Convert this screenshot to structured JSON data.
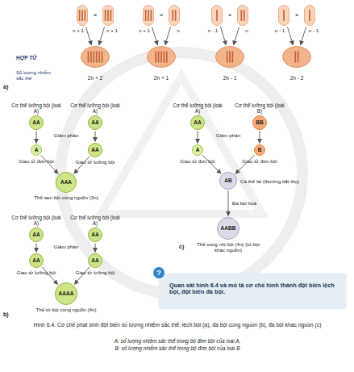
{
  "diagram": {
    "caption": "Hình 6.4. Cơ chế phát sinh đột biến số lượng nhiễm sắc thể: lệch bội (a), đa bội cùng nguồn (b), đa bội khác nguồn (c)",
    "nodes": [
      {
        "text": [
          "n + 1"
        ]
      },
      {
        "text": [
          "n + 1"
        ]
      },
      {
        "text": [
          "n + 1"
        ]
      },
      {
        "text": [
          "n"
        ]
      },
      {
        "text": [
          "n - 1"
        ]
      },
      {
        "text": [
          "n"
        ]
      },
      {
        "text": [
          "n - 1"
        ]
      },
      {
        "text": [
          "n - 1"
        ]
      },
      {
        "text": [
          "2n + 2"
        ]
      },
      {
        "text": [
          "2n + 1"
        ]
      },
      {
        "text": [
          "2n - 1"
        ]
      },
      {
        "text": [
          "2n - 2"
        ]
      },
      {
        "text": [
          "Cơ thể lưỡng bội (loài A)",
          "AA"
        ]
      },
      {
        "text": [
          "Cơ thể lưỡng bội (loài A)",
          "AA"
        ]
      },
      {
        "text": [
          "A",
          "Giao tử đơn bội"
        ]
      },
      {
        "text": [
          "AA",
          "Giao tử lưỡng bội"
        ]
      },
      {
        "text": [
          "AAA",
          "Thể tam bội cùng nguồn (3n)"
        ]
      },
      {
        "text": [
          "Cơ thể lưỡng bội (loài A)",
          "AA"
        ]
      },
      {
        "text": [
          "Cơ thể lưỡng bội (loài B)",
          "BB"
        ]
      },
      {
        "text": [
          "A",
          "Giao tử đơn bội"
        ]
      },
      {
        "text": [
          "B",
          "Giao tử đơn bội"
        ]
      },
      {
        "text": [
          "AB",
          "Cá thể lai (thường bất thụ)"
        ]
      },
      {
        "text": [
          "AABB",
          "Thể song nhị bội (4n) (tứ bội khác nguồn)"
        ]
      },
      {
        "text": [
          "Cơ thể lưỡng bội (loài A)",
          "AA"
        ]
      },
      {
        "text": [
          "Cơ thể lưỡng bội (loài A)",
          "AA"
        ]
      },
      {
        "text": [
          "AA",
          "Giao tử lưỡng bội"
        ]
      },
      {
        "text": [
          "AA",
          "Giao tử lưỡng bội"
        ]
      },
      {
        "text": [
          "AAAA",
          "Thể tứ bội cùng nguồn (4n)"
        ]
      },
      {
        "text": [
          "Quan sát hình 6.4 và mô tả cơ chế hình thành đột biến lệch bội, đột biến đa bội."
        ]
      }
    ],
    "edges": [
      {
        "from": 0,
        "to": 8,
        "arrow": "to"
      },
      {
        "from": 1,
        "to": 8,
        "arrow": "to"
      },
      {
        "from": 2,
        "to": 9,
        "arrow": "to"
      },
      {
        "from": 3,
        "to": 9,
        "arrow": "to"
      },
      {
        "from": 4,
        "to": 10,
        "arrow": "to"
      },
      {
        "from": 5,
        "to": 10,
        "arrow": "to"
      },
      {
        "from": 6,
        "to": 11,
        "arrow": "to"
      },
      {
        "from": 7,
        "to": 11,
        "arrow": "to"
      },
      {
        "from": 12,
        "to": 14,
        "arrow": "to"
      },
      {
        "from": 13,
        "to": 15,
        "arrow": "to"
      },
      {
        "from": 14,
        "to": 16,
        "arrow": "to"
      },
      {
        "from": 15,
        "to": 16,
        "arrow": "to"
      },
      {
        "from": 17,
        "to": 19,
        "arrow": "to"
      },
      {
        "from": 18,
        "to": 20,
        "arrow": "to"
      },
      {
        "from": 19,
        "to": 21,
        "arrow": "to"
      },
      {
        "from": 20,
        "to": 21,
        "arrow": "to"
      },
      {
        "from": 21,
        "to": 22,
        "label": "Đa bội hoá",
        "arrow": "to"
      },
      {
        "from": 23,
        "to": 25,
        "arrow": "to"
      },
      {
        "from": 24,
        "to": 26,
        "arrow": "to"
      },
      {
        "from": 25,
        "to": 27,
        "arrow": "to"
      },
      {
        "from": 26,
        "to": 27,
        "arrow": "to"
      }
    ],
    "labels": [
      "a)",
      "HỢP TỬ",
      "Số lượng nhiễm sắc thể",
      "×",
      "×",
      "×",
      "×",
      "Giảm phân",
      "Giảm phân",
      "Giảm phân",
      "b)",
      "c)",
      "?",
      "A: số lượng nhiễm sắc thể trong bộ đơn bội của loài A,",
      "B: số lượng nhiễm sắc thể trong bộ đơn bội của loài B"
    ]
  }
}
